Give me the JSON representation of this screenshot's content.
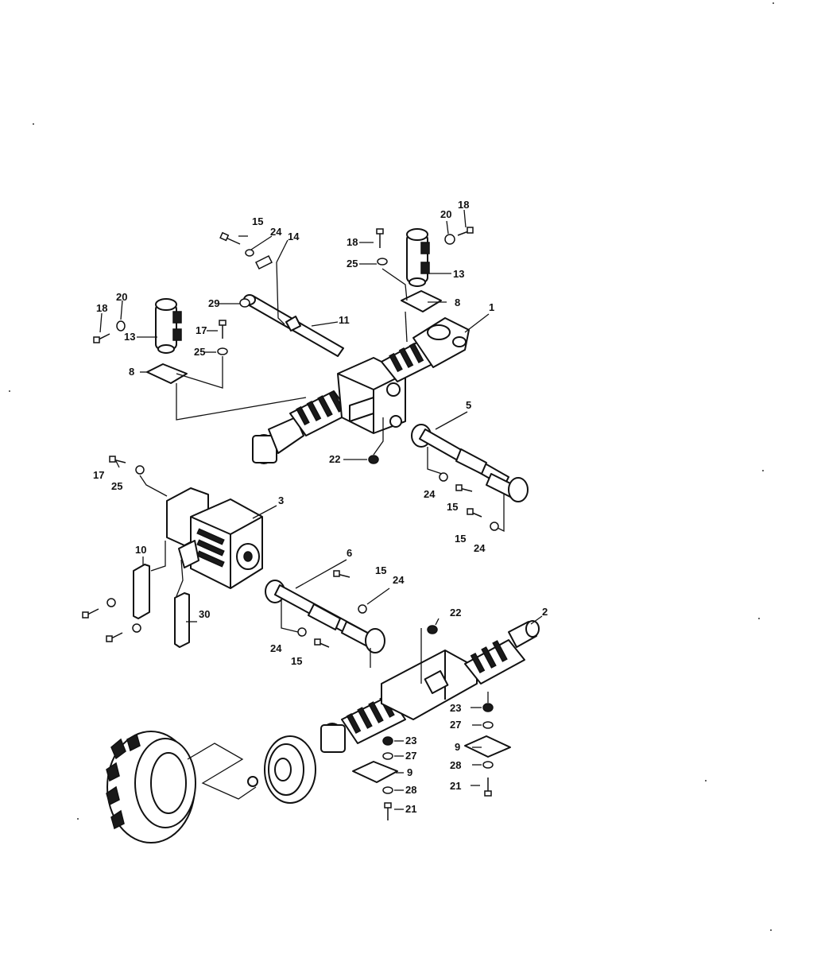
{
  "diagram": {
    "type": "exploded-parts-diagram",
    "colors": {
      "ink": "#111111",
      "background": "#ffffff"
    },
    "callouts": [
      {
        "id": "c15a",
        "label": "15"
      },
      {
        "id": "c24a",
        "label": "24"
      },
      {
        "id": "c14",
        "label": "14"
      },
      {
        "id": "c18a",
        "label": "18"
      },
      {
        "id": "c25a",
        "label": "25"
      },
      {
        "id": "c20a",
        "label": "20"
      },
      {
        "id": "c18b",
        "label": "18"
      },
      {
        "id": "c13a",
        "label": "13"
      },
      {
        "id": "c8a",
        "label": "8"
      },
      {
        "id": "c1",
        "label": "1"
      },
      {
        "id": "c18c",
        "label": "18"
      },
      {
        "id": "c20b",
        "label": "20"
      },
      {
        "id": "c29",
        "label": "29"
      },
      {
        "id": "c11",
        "label": "11"
      },
      {
        "id": "c13b",
        "label": "13"
      },
      {
        "id": "c17a",
        "label": "17"
      },
      {
        "id": "c25b",
        "label": "25"
      },
      {
        "id": "c8b",
        "label": "8"
      },
      {
        "id": "c5",
        "label": "5"
      },
      {
        "id": "c22a",
        "label": "22"
      },
      {
        "id": "c17b",
        "label": "17"
      },
      {
        "id": "c25c",
        "label": "25"
      },
      {
        "id": "c24b",
        "label": "24"
      },
      {
        "id": "c15b",
        "label": "15"
      },
      {
        "id": "c3",
        "label": "3"
      },
      {
        "id": "c15c",
        "label": "15"
      },
      {
        "id": "c24c",
        "label": "24"
      },
      {
        "id": "c10",
        "label": "10"
      },
      {
        "id": "c6",
        "label": "6"
      },
      {
        "id": "c15d",
        "label": "15"
      },
      {
        "id": "c24d",
        "label": "24"
      },
      {
        "id": "c30",
        "label": "30"
      },
      {
        "id": "c22b",
        "label": "22"
      },
      {
        "id": "c2",
        "label": "2"
      },
      {
        "id": "c24e",
        "label": "24"
      },
      {
        "id": "c15e",
        "label": "15"
      },
      {
        "id": "c23a",
        "label": "23"
      },
      {
        "id": "c27a",
        "label": "27"
      },
      {
        "id": "c9a",
        "label": "9"
      },
      {
        "id": "c28a",
        "label": "28"
      },
      {
        "id": "c21a",
        "label": "21"
      },
      {
        "id": "c23b",
        "label": "23"
      },
      {
        "id": "c27b",
        "label": "27"
      },
      {
        "id": "c9b",
        "label": "9"
      },
      {
        "id": "c28b",
        "label": "28"
      },
      {
        "id": "c21b",
        "label": "21"
      }
    ]
  }
}
